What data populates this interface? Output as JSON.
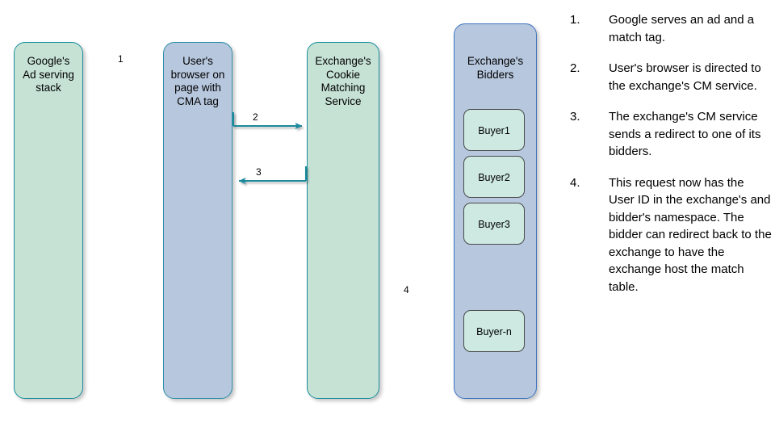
{
  "diagram": {
    "lanes": [
      {
        "id": "google-ad-serving-stack",
        "label": "Google's\nAd serving\nstack",
        "fill": "#c6e2d5",
        "stroke": "#1a8f9e"
      },
      {
        "id": "user-browser",
        "label": "User's\nbrowser on\npage with\nCMA tag",
        "fill": "#b7c7de",
        "stroke": "#2c8fa8"
      },
      {
        "id": "exchange-cookie-matching-service",
        "label": "Exchange's\nCookie\nMatching\nService",
        "fill": "#c6e2d5",
        "stroke": "#1a8f9e"
      },
      {
        "id": "exchange-bidders",
        "label": "Exchange's\nBidders",
        "fill": "#b7c7de",
        "stroke": "#3f74c0"
      }
    ],
    "buyers": [
      {
        "id": "buyer1",
        "label": "Buyer1"
      },
      {
        "id": "buyer2",
        "label": "Buyer2"
      },
      {
        "id": "buyer3",
        "label": "Buyer3"
      },
      {
        "id": "buyer-n",
        "label": "Buyer-n"
      }
    ],
    "arrows": [
      {
        "id": "arrow-1",
        "label": "1",
        "from": "google-ad-serving-stack",
        "to": "user-browser",
        "direction": "right"
      },
      {
        "id": "arrow-2",
        "label": "2",
        "from": "user-browser",
        "to": "exchange-cookie-matching-service",
        "direction": "right"
      },
      {
        "id": "arrow-3",
        "label": "3",
        "from": "exchange-cookie-matching-service",
        "to": "user-browser",
        "direction": "left"
      },
      {
        "id": "arrow-4",
        "label": "4",
        "from": "exchange-cookie-matching-service",
        "to": "exchange-bidders",
        "direction": "right"
      }
    ],
    "arrow_color": "#1b8a9c"
  },
  "steps": [
    {
      "num": "1.",
      "text": "Google serves an ad and a match tag."
    },
    {
      "num": "2.",
      "text": "User's browser is directed to the exchange's CM service."
    },
    {
      "num": "3.",
      "text": "The exchange's CM service sends a redirect to one of its bidders."
    },
    {
      "num": "4.",
      "text": "This request now has the User ID in the exchange's and bidder's namespace. The bidder can redirect back to the exchange to have the exchange host the match table."
    }
  ]
}
